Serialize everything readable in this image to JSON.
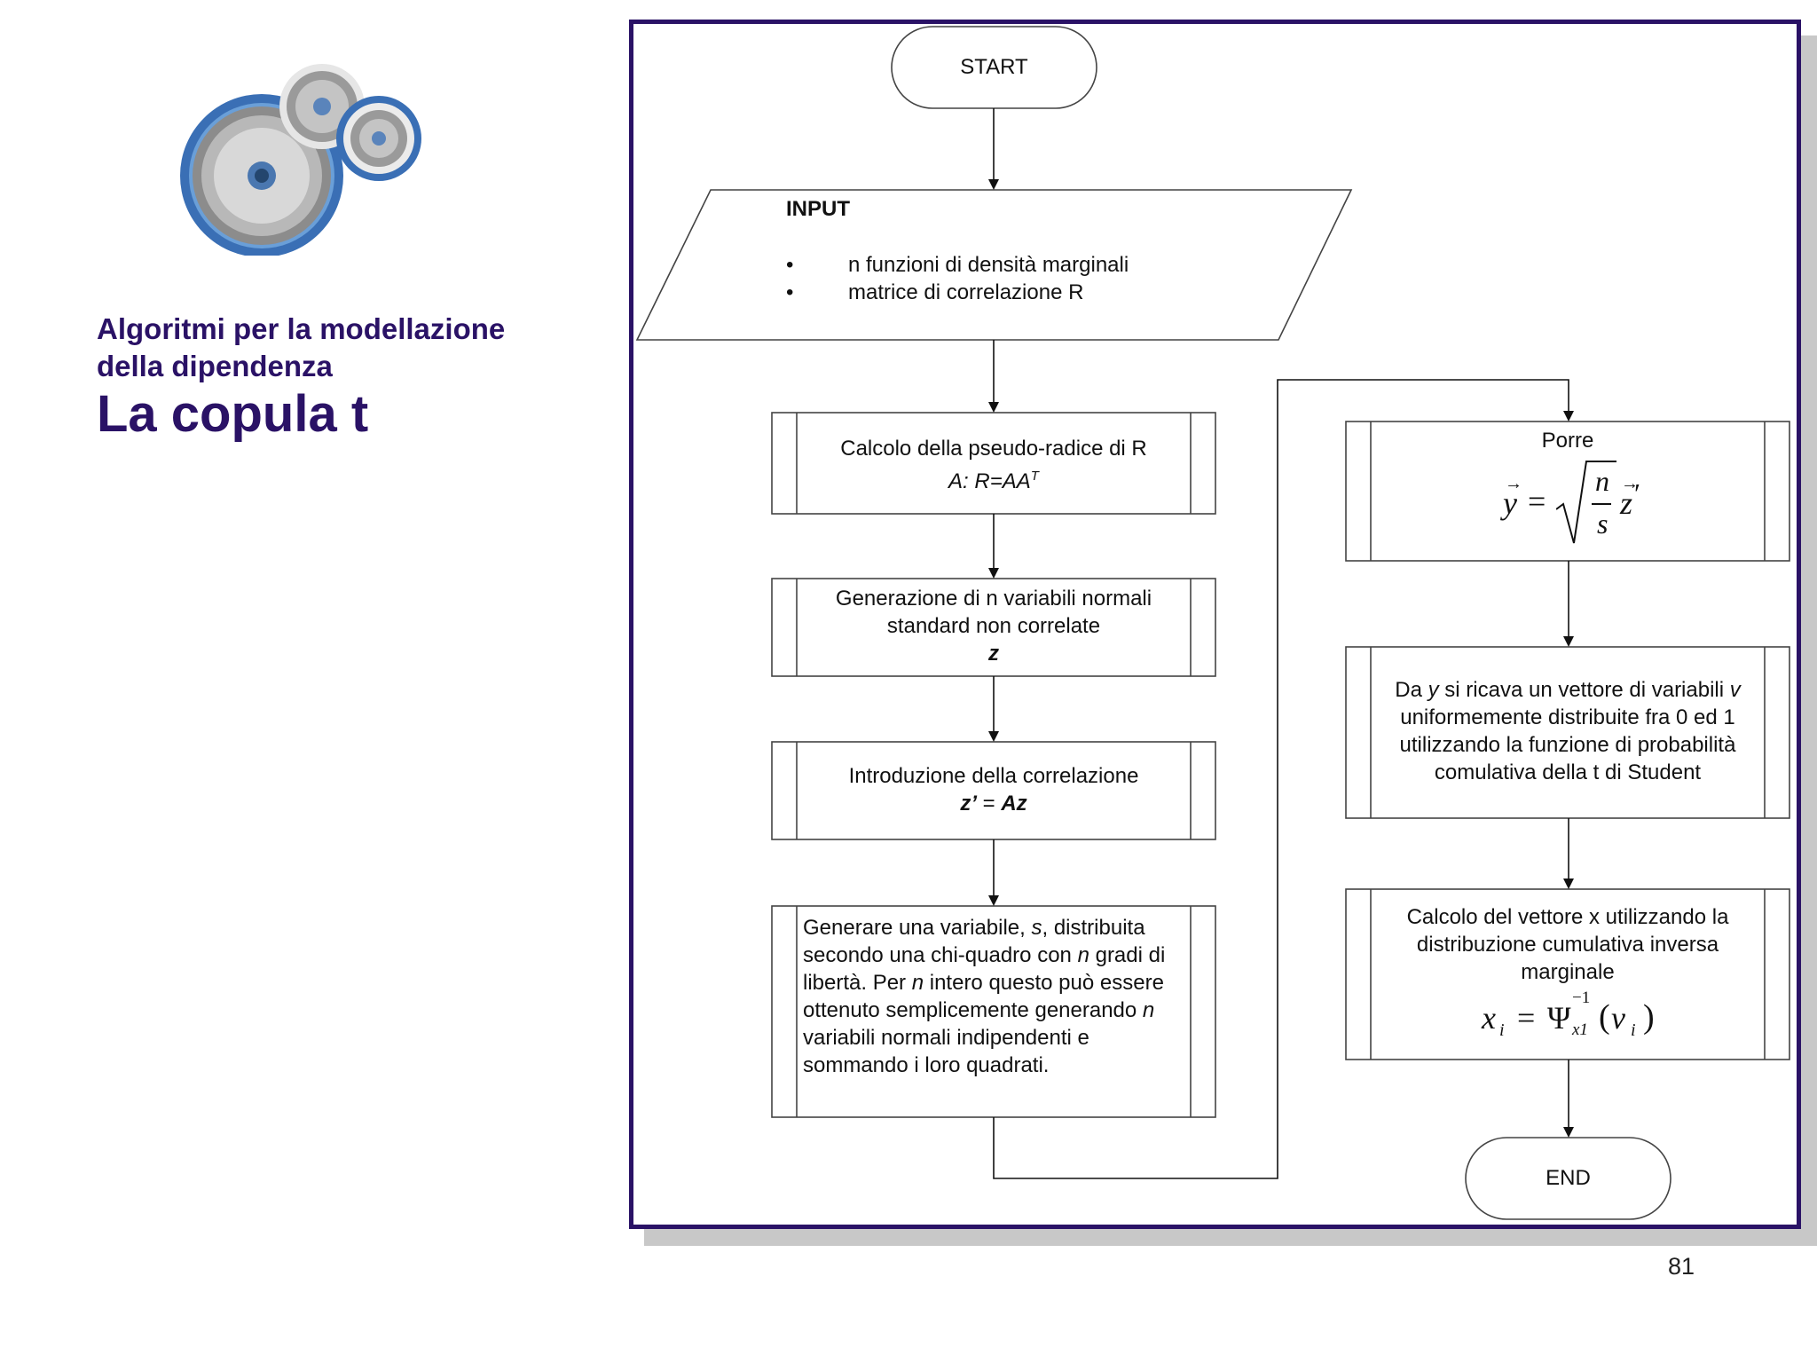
{
  "sidebar": {
    "title_line1": "Algoritmi per la modellazione",
    "title_line2": "della dipendenza",
    "subtitle": "La copula t",
    "illustration_icon": "gears-icon"
  },
  "flowchart": {
    "start": "START",
    "end": "END",
    "input": {
      "heading": "INPUT",
      "bullet": "•",
      "items": [
        "n funzioni di densità marginali",
        "matrice di correlazione R"
      ]
    },
    "step1": {
      "line1": "Calcolo della pseudo-radice di R",
      "formula": "A: R=AA",
      "sup": "T"
    },
    "step2": {
      "line1": "Generazione di n variabili normali",
      "line2": "standard non correlate",
      "var": "z"
    },
    "step3": {
      "line1": "Introduzione della correlazione",
      "formula_a": "z’",
      "formula_b": " = ",
      "formula_c": "Az"
    },
    "step4": {
      "part1": "Generare una variabile, ",
      "s": "s",
      "part2": ", distribuita secondo una chi-quadro con ",
      "n1": "n",
      "part3": " gradi di libertà. Per ",
      "n2": "n",
      "part4": " intero questo può essere ottenuto semplicemente generando ",
      "n3": "n",
      "part5": " variabili normali indipendenti e sommando i loro quadrati."
    },
    "step5": {
      "label": "Porre",
      "lhs": "y",
      "eq": "=",
      "num": "n",
      "den": "s",
      "rhs": "z",
      "prime": "′"
    },
    "step6": {
      "part1": "Da ",
      "y": "y",
      "part2": " si ricava un vettore di variabili ",
      "v": "v",
      "part3": " uniformemente distribuite fra 0 ed 1 utilizzando la funzione di probabilità comulativa della t di Student"
    },
    "step7": {
      "line1": "Calcolo del vettore x utilizzando la",
      "line2": "distribuzione cumulativa inversa",
      "line3": "marginale",
      "formula_x": "x",
      "formula_i": "i",
      "formula_eq": "=",
      "formula_psi": "Ψ",
      "formula_sup": "−1",
      "formula_sub": "x1",
      "formula_open": "(",
      "formula_v": "v",
      "formula_vi": "i",
      "formula_close": ")"
    }
  },
  "page_number": "81"
}
